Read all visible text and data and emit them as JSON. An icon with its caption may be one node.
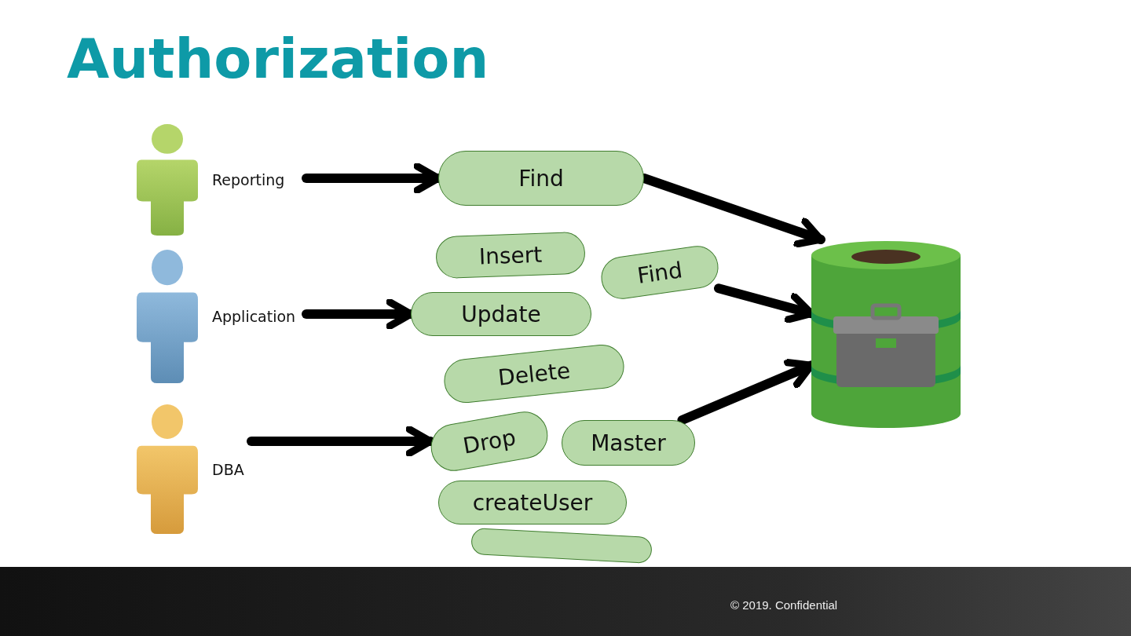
{
  "diagram": {
    "title": "Authorization",
    "nodes": [
      {
        "text": [
          "Reporting"
        ]
      },
      {
        "text": [
          "Application"
        ]
      },
      {
        "text": [
          "DBA"
        ]
      },
      {
        "text": [
          "Find"
        ]
      },
      {
        "text": [
          "Insert"
        ]
      },
      {
        "text": [
          "Find"
        ]
      },
      {
        "text": [
          "Delete"
        ]
      },
      {
        "text": [
          "Update"
        ]
      },
      {
        "text": [
          "Master"
        ]
      },
      {
        "text": [],
        "shape": "box"
      },
      {
        "text": [
          "createUser"
        ]
      },
      {
        "text": [
          "Drop"
        ]
      },
      {
        "text": [],
        "shape": "cylinder"
      }
    ],
    "edges": [
      {
        "from": 0,
        "to": 3,
        "arrow": "to"
      },
      {
        "from": 1,
        "to": 7,
        "arrow": "to"
      },
      {
        "from": 2,
        "to": 11,
        "arrow": "to"
      },
      {
        "from": 3,
        "to": 12,
        "arrow": "to"
      },
      {
        "from": 5,
        "to": 12,
        "arrow": "to"
      },
      {
        "from": 8,
        "to": 12,
        "arrow": "to"
      }
    ],
    "labels": [
      "© 2019. Confidential"
    ]
  }
}
